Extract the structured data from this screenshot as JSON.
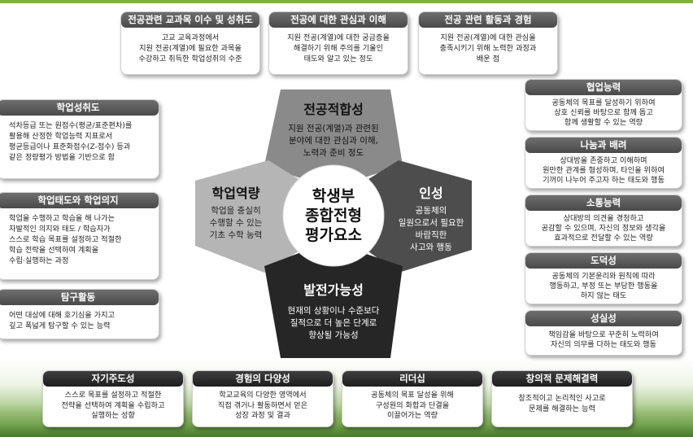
{
  "center": {
    "title": "학생부\n종합전형\n평가요소"
  },
  "hexagons": {
    "top": {
      "title": "전공적합성",
      "body": "지원 전공(계열)과 관련된\n분야에 대한 관심과 이해,\n노력과 준비 정도"
    },
    "left": {
      "title": "학업역량",
      "body": "학업을 충실히\n수행할 수 있는\n기초 수학 능력"
    },
    "right": {
      "title": "인성",
      "body": "공동체의\n일원으로서 필요한\n바람직한\n사고와 행동"
    },
    "bottom": {
      "title": "발전가능성",
      "body": "현재의 상황이나 수준보다\n질적으로 더 높은 단계로\n향상될 가능성"
    }
  },
  "top_cards": [
    {
      "title": "전공관련 교과목 이수 및 성취도",
      "body": "고교 교육과정에서\n지원 전공(계열)에 필요한 과목을\n수강하고 취득한 학업성취의 수준"
    },
    {
      "title": "전공에 대한 관심과 이해",
      "body": "지원 전공(계열)에 대한 궁금증을\n해결하기 위해 주의를 기울인\n태도와 알고 있는 정도"
    },
    {
      "title": "전공 관련 활동과 경험",
      "body": "지원 전공(계열)에 대한 관심을\n충족시키기 위해 노력한 과정과\n배운 점"
    }
  ],
  "left_cards": [
    {
      "title": "학업성취도",
      "body": "석차등급 또는 원점수(평균/표준편차)를\n활용해 산정한 학업능력 지표로서\n평균등급이나 표준화점수(Z-점수) 등과\n같은 정량평가 방법을 기반으로 함"
    },
    {
      "title": "학업태도와 학업의지",
      "body": "학업을 수행하고 학습을 해 나가는\n자발적인 의지와 태도 / 학습자가\n스스로 학습 목표를 설정하고 적절한\n학습 전략을 선택하여 계획을\n수립·실행하는 과정"
    },
    {
      "title": "탐구활동",
      "body": "어떤 대상에 대해 호기심을 가지고\n깊고 폭넓게 탐구할 수 있는 능력"
    }
  ],
  "right_cards": [
    {
      "title": "협업능력",
      "body": "공동체의 목표를 달성하기 위하여\n상호 신뢰를 바탕으로 함께 돕고\n함께 생활할 수 있는 역량"
    },
    {
      "title": "나눔과 배려",
      "body": "상대방을 존중하고 이해하며\n원만한 관계를 형성하며, 타인을 위하여\n기꺼이 나누어 주고자 하는 태도와 행동"
    },
    {
      "title": "소통능력",
      "body": "상대방의 의견을 경청하고\n공감할 수 있으며, 자신의 정보와 생각을\n효과적으로 전달할 수 있는 역량"
    },
    {
      "title": "도덕성",
      "body": "공동체의 기본윤리와 원칙에 따라\n행동하고, 부정 또는 부당한 행동을\n하지 않는 태도"
    },
    {
      "title": "성실성",
      "body": "책임감을 바탕으로 꾸준히 노력하여\n자신의 의무를 다하는 태도와 행동"
    }
  ],
  "bottom_cards": [
    {
      "title": "자기주도성",
      "body": "스스로 목표를 설정하고 적절한\n전략을 선택하여 계획을 수립하고\n실행하는 성향"
    },
    {
      "title": "경험의 다양성",
      "body": "학교교육의 다양한 영역에서\n직접 겪거나 활동하면서 얻은\n성장 과정 및 결과"
    },
    {
      "title": "리더십",
      "body": "공동체의 목표 달성을 위해\n구성원의 화합과 단결을\n이끌어가는 역량"
    },
    {
      "title": "창의적 문제해결력",
      "body": "창조적이고 논리적인 사고로\n문제를 해결하는 능력"
    }
  ],
  "colors": {
    "hex_top": "#8a8a8a",
    "hex_left": "#b5b5b5",
    "hex_right": "#4d4d4d",
    "hex_bottom": "#262626",
    "header": "#555555"
  }
}
